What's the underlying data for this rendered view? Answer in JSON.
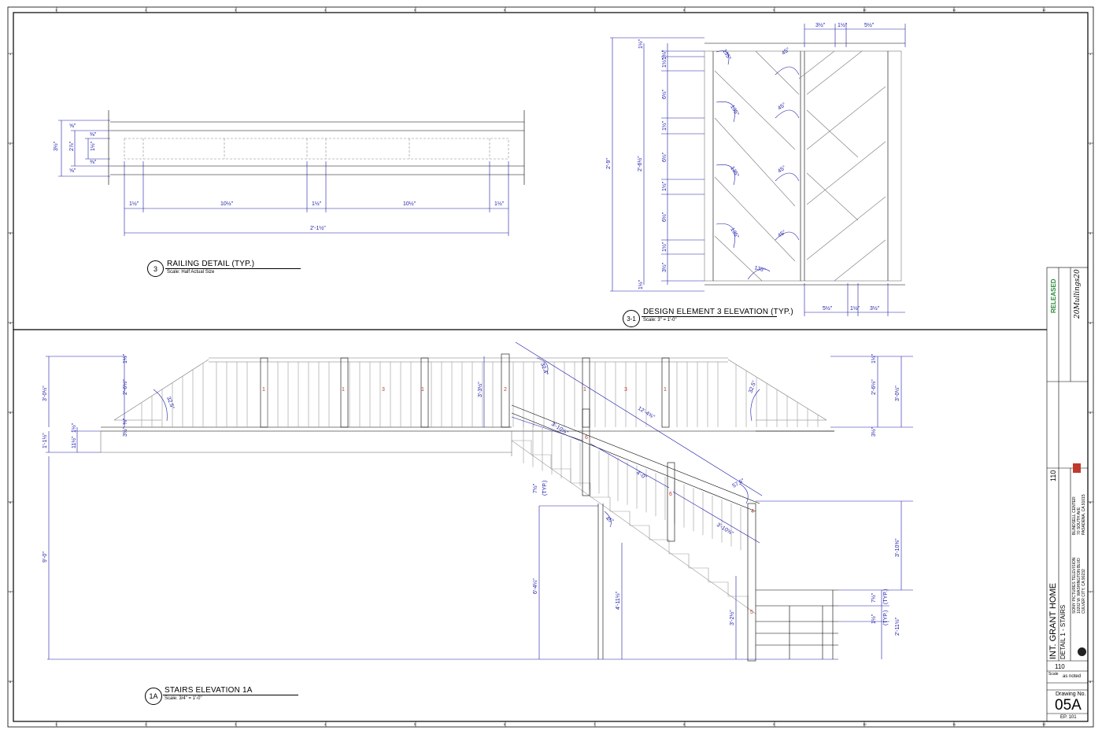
{
  "colors": {
    "dimension": "#1a1aa8",
    "line": "#000000",
    "light": "#9a9a9a",
    "tag": "#c0392b",
    "released": "#2e8b3c"
  },
  "border_ticks": {
    "top": [
      "1",
      "2",
      "3",
      "4",
      "5",
      "6",
      "7",
      "8",
      "9",
      "10",
      "11",
      "12"
    ],
    "left": [
      "1",
      "2",
      "3",
      "4",
      "5",
      "6",
      "7",
      "8"
    ]
  },
  "railing_detail": {
    "number": "3",
    "title": "RAILING DETAIL (TYP.)",
    "scale": "Scale: Half Actual Size",
    "dims": {
      "total_height": "3½\"",
      "inner": "2⅞\"",
      "center": "1½\"",
      "top": "⅝\"",
      "sub_top": "⅜\"",
      "sub_bot": "⅜\"",
      "bottom": "⅝\"",
      "post_a": "1½\"",
      "span_a": "10½\"",
      "post_b": "1½\"",
      "span_b": "10½\"",
      "post_c": "1½\"",
      "overall": "2'-1½\""
    }
  },
  "design_element": {
    "number": "3-1",
    "title": "DESIGN ELEMENT  3 ELEVATION (TYP.)",
    "scale": "Scale: 3\" = 1'-0\"",
    "dims": {
      "top_a": "3½\"",
      "top_b": "1½\"",
      "top_c": "5½\"",
      "bot_a": "5½\"",
      "bot_b": "1½\"",
      "bot_c": "3½\"",
      "overall_h": "2'-9\"",
      "inner_h": "2'-6½\"",
      "rail_top": "1½\"",
      "v1": "1⅛\"",
      "v2": "1½\"",
      "v3": "6½\"",
      "v4": "1½\"",
      "v5": "6½\"",
      "v6": "1½\"",
      "v7": "6½\"",
      "v8": "1½\"",
      "v9": "3½\"",
      "rail_bot": "1½\""
    },
    "angles": [
      "135°",
      "45°",
      "135°",
      "45°",
      "135°",
      "45°",
      "135°",
      "45°",
      "135°"
    ]
  },
  "stairs": {
    "number": "1A",
    "title": "STAIRS ELEVATION 1A",
    "scale": "Scale: 3/4\" = 1'-0\"",
    "dims": {
      "left_total": "3'-0½\"",
      "left_top": "1½\"",
      "left_rail": "2'-6½\"",
      "left_bot": "3½\"",
      "slab": "1'-1½\"",
      "slab_a": "11½\"",
      "slab_b": "1½\"",
      "slab_c": "⅜\"",
      "floor": "9'-0\"",
      "angle_left": "32.5°",
      "angle_right": "32.5°",
      "newel": "3'-3½\"",
      "angle_top": "32.4°",
      "stair_run": "12'-4⅝\"",
      "stair_a": "3'-10⅝\"",
      "stair_b": "4'-0\"",
      "stair_c": "3'-10⅝\"",
      "angle_bot": "57.6°",
      "riser": "7½\"",
      "typ": "(TYP.)",
      "angle_45": "45°",
      "post_h": "6'-4¼\"",
      "post_low": "4'-11½\"",
      "right_total": "3'-0½\"",
      "right_top": "1½\"",
      "right_rail": "2'-6½\"",
      "right_bot": "3½\"",
      "right_low": "3'-10⅝\"",
      "land_a": "7½\"",
      "land_typ": "(TYP.)",
      "land_b": "1½\"",
      "land_typ2": "(TYP.)",
      "land_total": "2'-11½\"",
      "newel_low": "3'-2½\""
    },
    "tags": [
      "1",
      "1",
      "3",
      "1",
      "2",
      "1",
      "3",
      "1",
      "6",
      "6",
      "4",
      "5"
    ]
  },
  "title_block": {
    "show": "INT. GRANT HOME",
    "detail": "DETAIL 1 - STAIRS",
    "set": "110",
    "set_small": "110",
    "scale_label": "Scale",
    "scale_value": "as noted",
    "drawing_label": "Drawing No.",
    "drawing_no": "05A",
    "sheet": "EP. 101",
    "released": "RELEASED",
    "company": "BLINDSELL CENTER",
    "address1": "70 SOUTH AVE",
    "address2": "PASADENA, CA 91015",
    "studio": "SONY PICTURES TELEVISION",
    "studio_addr": "10202 W. WASHINGTON BLVD",
    "studio_city": "CULVER CITY, CA 90232",
    "signature": "20Mullings20"
  }
}
